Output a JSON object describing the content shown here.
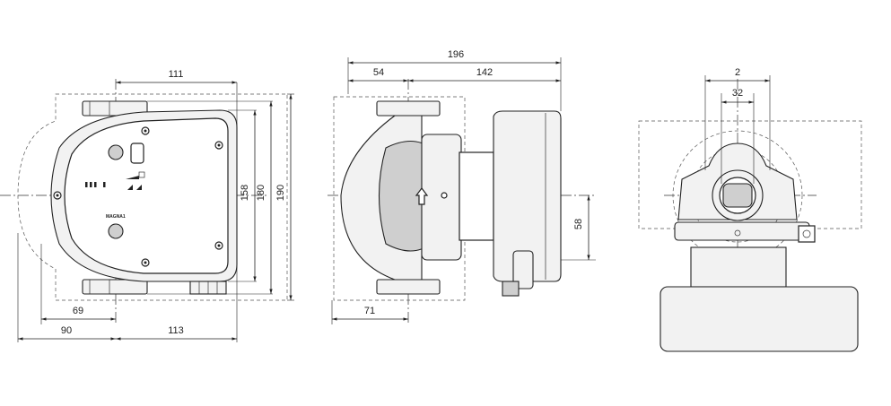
{
  "dimensions": {
    "front_top_width": "111",
    "front_height_inner": "158",
    "front_height_mid": "180",
    "front_height_overall": "190",
    "front_left_69": "69",
    "front_left_90": "90",
    "front_right_113": "113",
    "side_overall": "196",
    "side_flange": "54",
    "side_motor": "142",
    "side_axis_58": "58",
    "side_bottom_71": "71",
    "end_top_2": "2",
    "end_top_32": "32"
  },
  "labels": {
    "brand": "MAGNA1"
  },
  "colors": {
    "line": "#222222",
    "body_fill": "#f2f2f2",
    "dark_fill": "#cfcfcf"
  }
}
